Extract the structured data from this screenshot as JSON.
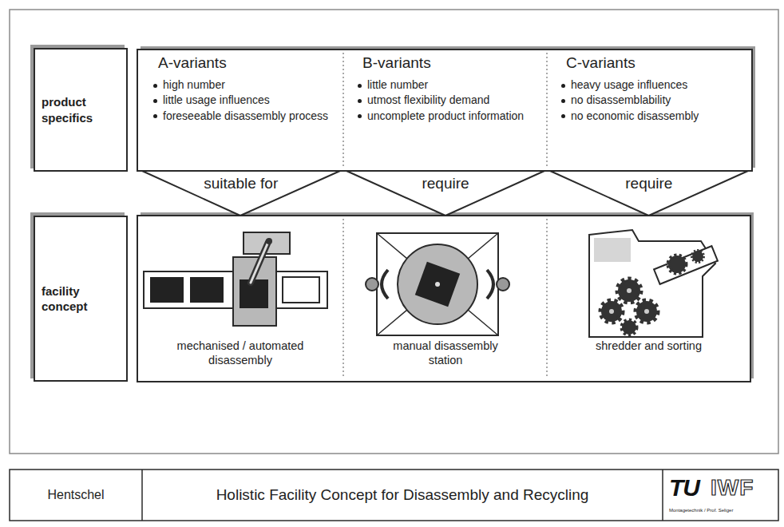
{
  "diagram": {
    "title": "Holistic Facility Concept for Disassembly and Recycling",
    "nodes": [
      {
        "text": [
          "product specifics"
        ]
      },
      {
        "text": [
          "A-variants",
          "high number",
          "little usage influences",
          "foreseeable disassembly process"
        ]
      },
      {
        "text": [
          "B-variants",
          "little number",
          "utmost flexibility demand",
          "uncomplete product information"
        ]
      },
      {
        "text": [
          "C-variants",
          "heavy usage influences",
          "no disassemblability",
          "no economic disassembly"
        ]
      },
      {
        "text": [
          "facility concept"
        ]
      },
      {
        "text": [
          "mechanised / automated disassembly"
        ]
      },
      {
        "text": [
          "manual disassembly station"
        ]
      },
      {
        "text": [
          "shredder and sorting"
        ]
      },
      {
        "text": [
          "Hentschel"
        ]
      }
    ],
    "edges": [
      {
        "from": 1,
        "to": 5,
        "arrow": "to",
        "label": "suitable for"
      },
      {
        "from": 2,
        "to": 6,
        "arrow": "to",
        "label": "require"
      },
      {
        "from": 3,
        "to": 7,
        "arrow": "to",
        "label": "require"
      }
    ],
    "labels": [
      "TU",
      "IWF",
      "Montagetechnik / Prof. Seliger"
    ]
  }
}
